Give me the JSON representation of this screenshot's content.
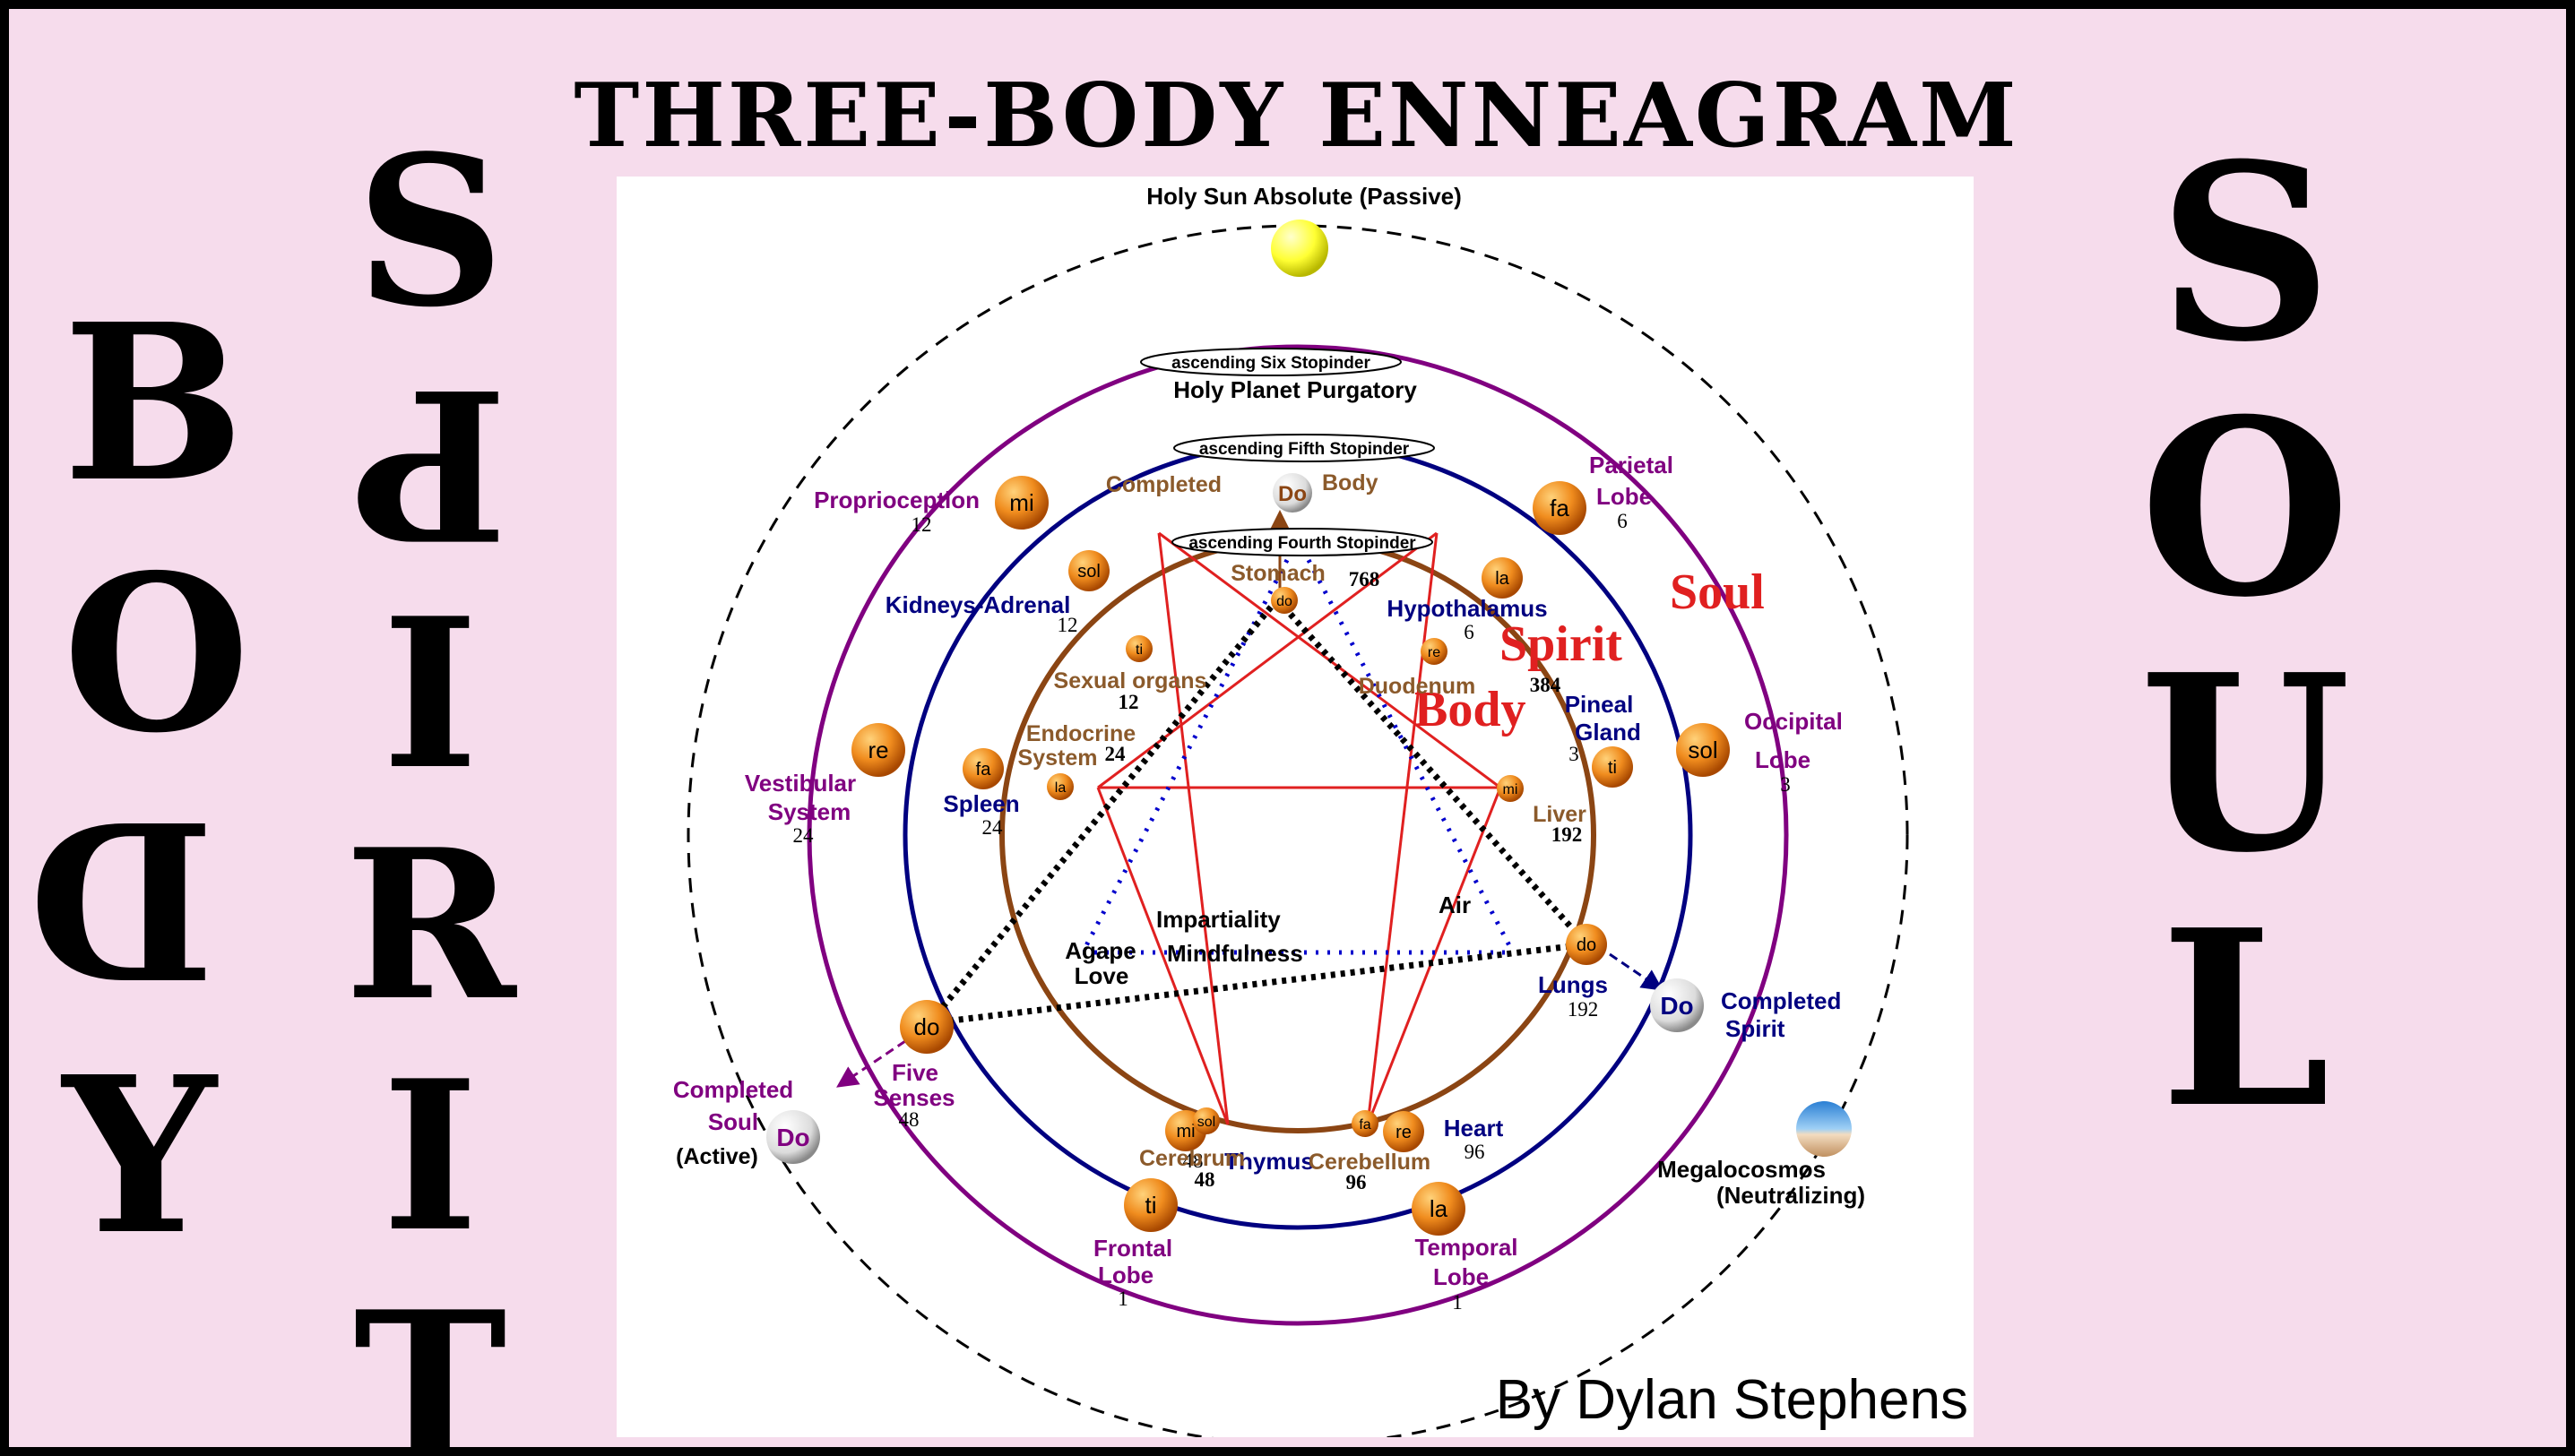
{
  "title": "THREE-BODY ENNEAGRAM",
  "side_words": {
    "left_outer": [
      "B",
      "O",
      "D",
      "Y"
    ],
    "left_inner": [
      "S",
      "P",
      "I",
      "R",
      "I",
      "T"
    ],
    "right": [
      "S",
      "O",
      "U",
      "L"
    ]
  },
  "credit": "By Dylan Stephens",
  "colors": {
    "background": "#f6dcec",
    "soul_circle": "#800080",
    "spirit_circle": "#000080",
    "body_circle": "#8b4513",
    "red_lines": "#e02020",
    "sphere": "#f08c1e",
    "sun": "#ffff33",
    "outer_dashed": "#000000"
  },
  "labels": {
    "holy_sun": "Holy Sun Absolute (Passive)",
    "ascending_six": "ascending Six Stopinder",
    "holy_planet": "Holy Planet Purgatory",
    "ascending_fifth": "ascending Fifth Stopinder",
    "completed_body_a": "Completed",
    "completed_body_b": "Body",
    "ascending_fourth": "ascending Fourth Stopinder",
    "soul": "Soul",
    "spirit": "Spirit",
    "body": "Body",
    "megalocosmos_a": "Megalocosmos",
    "megalocosmos_b": "(Neutralizing)",
    "completed_soul_a": "Completed",
    "completed_soul_b": "Soul",
    "completed_soul_c": "(Active)",
    "completed_spirit_a": "Completed",
    "completed_spirit_b": "Spirit",
    "impartiality": "Impartiality",
    "mindfulness": "Mindfulness",
    "agape_a": "Agape",
    "agape_b": "Love",
    "air": "Air"
  },
  "soul_nodes": [
    {
      "note": "mi",
      "label": "Proprioception",
      "value": "12"
    },
    {
      "note": "fa",
      "label_a": "Parietal",
      "label_b": "Lobe",
      "value": "6"
    },
    {
      "note": "sol",
      "label_a": "Occipital",
      "label_b": "Lobe",
      "value": "3"
    },
    {
      "note": "la",
      "label_a": "Temporal",
      "label_b": "Lobe",
      "value": "1"
    },
    {
      "note": "ti",
      "label_a": "Frontal",
      "label_b": "Lobe",
      "value": "1"
    },
    {
      "note": "re",
      "label_a": "Vestibular",
      "label_b": "System",
      "value": "24"
    },
    {
      "note": "do",
      "label_a": "Five",
      "label_b": "Senses",
      "value": "48"
    }
  ],
  "spirit_nodes": [
    {
      "note": "sol",
      "label": "Kidneys-Adrenal",
      "value": "12"
    },
    {
      "note": "la",
      "label": "Hypothalamus",
      "value": "6"
    },
    {
      "note": "ti",
      "label_a": "Pineal",
      "label_b": "Gland",
      "value": "3"
    },
    {
      "note": "do",
      "label": "Lungs",
      "value": "192"
    },
    {
      "note": "re",
      "label": "Heart",
      "value": "96"
    },
    {
      "note": "mi",
      "label": "Thymus",
      "value": "48"
    },
    {
      "note": "fa",
      "label": "Spleen",
      "value": "24"
    }
  ],
  "body_nodes": [
    {
      "note": "do",
      "label": "Stomach",
      "value": "768"
    },
    {
      "note": "re",
      "label": "Duodenum",
      "value": "384"
    },
    {
      "note": "mi",
      "label": "Liver",
      "value": "192"
    },
    {
      "note": "fa",
      "label": "Cerebellum",
      "value": "96"
    },
    {
      "note": "sol",
      "label": "Cerebrum",
      "value": "48"
    },
    {
      "note": "la",
      "label_a": "Endocrine",
      "label_b": "System",
      "value": "24"
    },
    {
      "note": "ti",
      "label": "Sexual organs",
      "value": "12"
    }
  ],
  "do_points": {
    "top": "Do",
    "left": "Do",
    "right": "Do"
  }
}
